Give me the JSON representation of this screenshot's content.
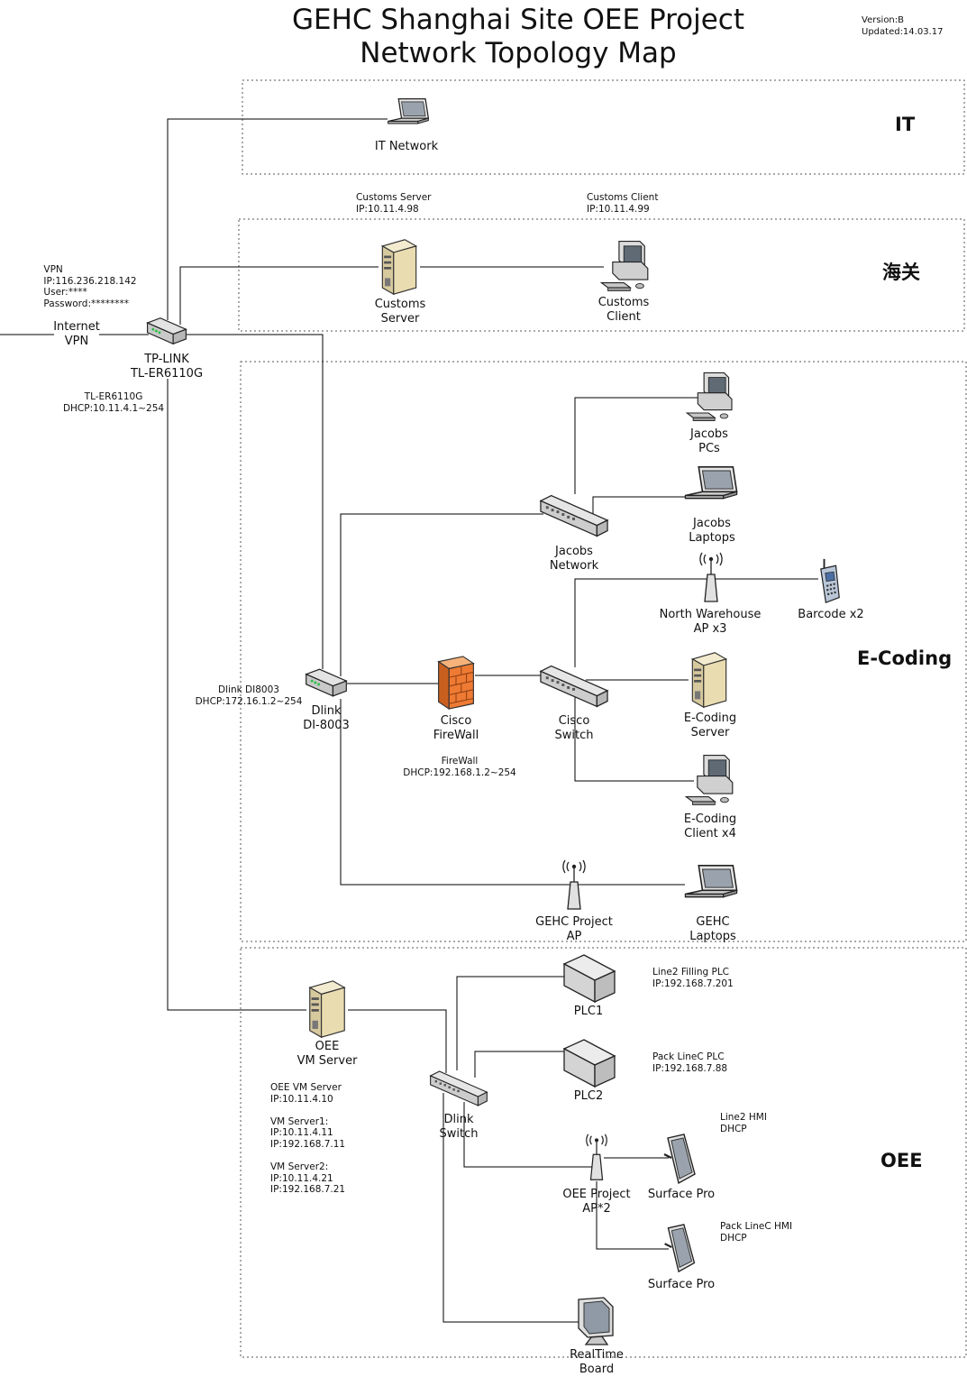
{
  "title": {
    "line1": "GEHC Shanghai Site OEE Project",
    "line2": "Network Topology Map"
  },
  "version": "Version:B\nUpdated:14.03.17",
  "zones": {
    "it": "IT",
    "customs": "海关",
    "ecoding": "E-Coding",
    "oee": "OEE"
  },
  "external": {
    "internet_vpn": "Internet\nVPN"
  },
  "devices": {
    "it_network": "IT Network",
    "tplink": "TP-LINK\nTL-ER6110G",
    "customs_server": "Customs\nServer",
    "customs_client": "Customs\nClient",
    "jacobs_pcs": "Jacobs\nPCs",
    "jacobs_laptops": "Jacobs\nLaptops",
    "jacobs_network": "Jacobs\nNetwork",
    "north_warehouse_ap": "North Warehouse\nAP x3",
    "barcode": "Barcode x2",
    "dlink_router": "Dlink\nDI-8003",
    "cisco_firewall": "Cisco\nFireWall",
    "cisco_switch": "Cisco\nSwitch",
    "ecoding_server": "E-Coding\nServer",
    "ecoding_client": "E-Coding\nClient x4",
    "gehc_ap": "GEHC Project\nAP",
    "gehc_laptops": "GEHC\nLaptops",
    "oee_vm_server": "OEE\nVM Server",
    "dlink_switch": "Dlink\nSwitch",
    "plc1": "PLC1",
    "plc2": "PLC2",
    "oee_ap": "OEE Project\nAP*2",
    "surface_pro_1": "Surface Pro",
    "surface_pro_2": "Surface Pro",
    "realtime_board": "RealTime\nBoard"
  },
  "notes": {
    "vpn": "VPN\nIP:116.236.218.142\nUser:****\nPassword:********",
    "tplink": "TL-ER6110G\nDHCP:10.11.4.1~254",
    "customs_server": "Customs Server\nIP:10.11.4.98",
    "customs_client": "Customs Client\nIP:10.11.4.99",
    "dlink": "Dlink DI8003\nDHCP:172.16.1.2~254",
    "firewall": "FireWall\nDHCP:192.168.1.2~254",
    "oee_vm": "OEE VM Server\nIP:10.11.4.10\n\nVM Server1:\nIP:10.11.4.11\nIP:192.168.7.11\n\nVM Server2:\nIP:10.11.4.21\nIP:192.168.7.21",
    "plc1": "Line2 Filling PLC\nIP:192.168.7.201",
    "plc2": "Pack LineC PLC\nIP:192.168.7.88",
    "hmi1": "Line2 HMI\nDHCP",
    "hmi2": "Pack LineC HMI\nDHCP"
  },
  "icons": {
    "laptop": "laptop-icon",
    "server": "server-tower-icon",
    "workstation": "desktop-pc-icon",
    "router": "router-icon",
    "switch": "network-switch-icon",
    "firewall": "firewall-icon",
    "access_point": "wireless-access-point-icon",
    "phone": "barcode-phone-icon",
    "tablet": "tablet-icon",
    "plc": "plc-box-icon",
    "monitor": "monitor-icon"
  },
  "colors": {
    "line": "#000000",
    "zone_border": "#555555",
    "server_body": "#e8dcb8",
    "device_gray": "#d6d6d6",
    "firewall": "#e8742a",
    "router_light": "#2fbf4a"
  }
}
